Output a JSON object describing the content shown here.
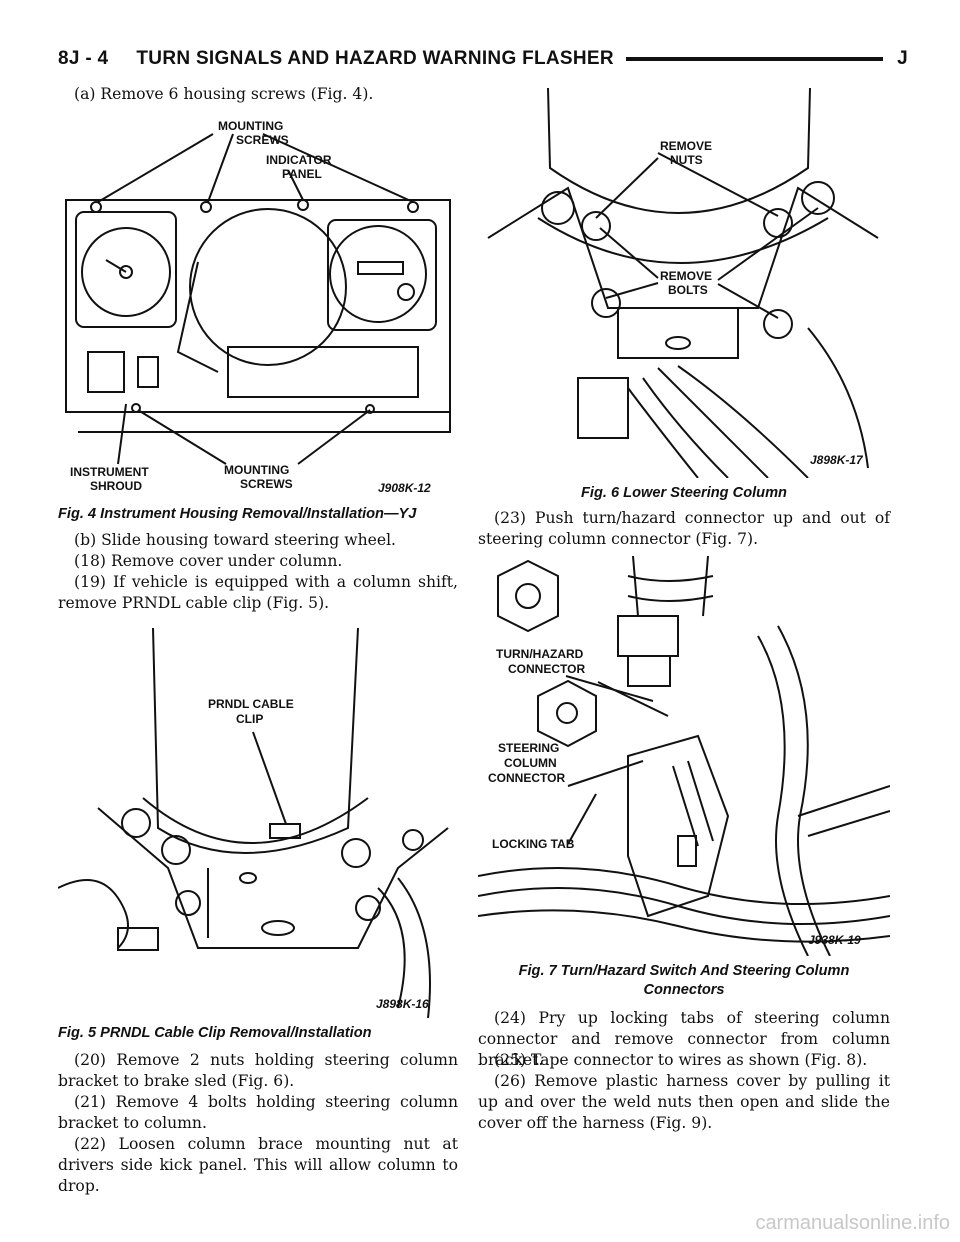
{
  "header": {
    "page": "8J - 4",
    "title": "TURN SIGNALS AND HAZARD WARNING FLASHER",
    "section": "J"
  },
  "left": {
    "step_a": "(a) Remove 6 housing screws (Fig. 4).",
    "step_b": "(b) Slide housing toward steering wheel.",
    "step_18": "(18) Remove cover under column.",
    "step_19": "(19) If vehicle is equipped with a column shift, remove PRNDL cable clip (Fig. 5).",
    "step_20": "(20) Remove 2 nuts holding steering column bracket to brake sled (Fig. 6).",
    "step_21": "(21) Remove 4 bolts holding steering column bracket to column.",
    "step_22": "(22) Loosen column brace mounting nut at drivers side kick panel. This will allow column to drop."
  },
  "right": {
    "step_23": "(23) Push turn/hazard connector up and out of steering column connector (Fig. 7).",
    "step_24": "(24) Pry up locking tabs of steering column connector and remove connector from column bracket.",
    "step_25": "(25) Tape connector to wires as shown (Fig. 8).",
    "step_26": "(26) Remove plastic harness cover by pulling it up and over the weld nuts then open and slide the cover off the harness (Fig. 9)."
  },
  "figures": {
    "fig4": {
      "caption": "Fig. 4 Instrument Housing Removal/Installation—YJ",
      "label_mounting_screws_top": [
        "MOUNTING",
        "SCREWS"
      ],
      "label_indicator_panel": [
        "INDICATOR",
        "PANEL"
      ],
      "label_instrument_shroud": [
        "INSTRUMENT",
        "SHROUD"
      ],
      "label_mounting_screws_bottom": [
        "MOUNTING",
        "SCREWS"
      ],
      "code": "J908K-12"
    },
    "fig5": {
      "caption": "Fig. 5 PRNDL Cable Clip Removal/Installation",
      "label_prndl": [
        "PRNDL CABLE",
        "CLIP"
      ],
      "code": "J898K-16"
    },
    "fig6": {
      "caption": "Fig. 6 Lower Steering Column",
      "label_remove_nuts": [
        "REMOVE",
        "NUTS"
      ],
      "label_remove_bolts": [
        "REMOVE",
        "BOLTS"
      ],
      "code": "J898K-17"
    },
    "fig7": {
      "caption_line1": "Fig. 7 Turn/Hazard Switch And Steering Column",
      "caption_line2": "Connectors",
      "label_turn_hazard": [
        "TURN/HAZARD",
        "CONNECTOR"
      ],
      "label_steering": [
        "STEERING",
        "COLUMN",
        "CONNECTOR"
      ],
      "label_locking_tab": "LOCKING TAB",
      "code": "J938K-19"
    }
  },
  "watermark": "carmanualsonline.info"
}
